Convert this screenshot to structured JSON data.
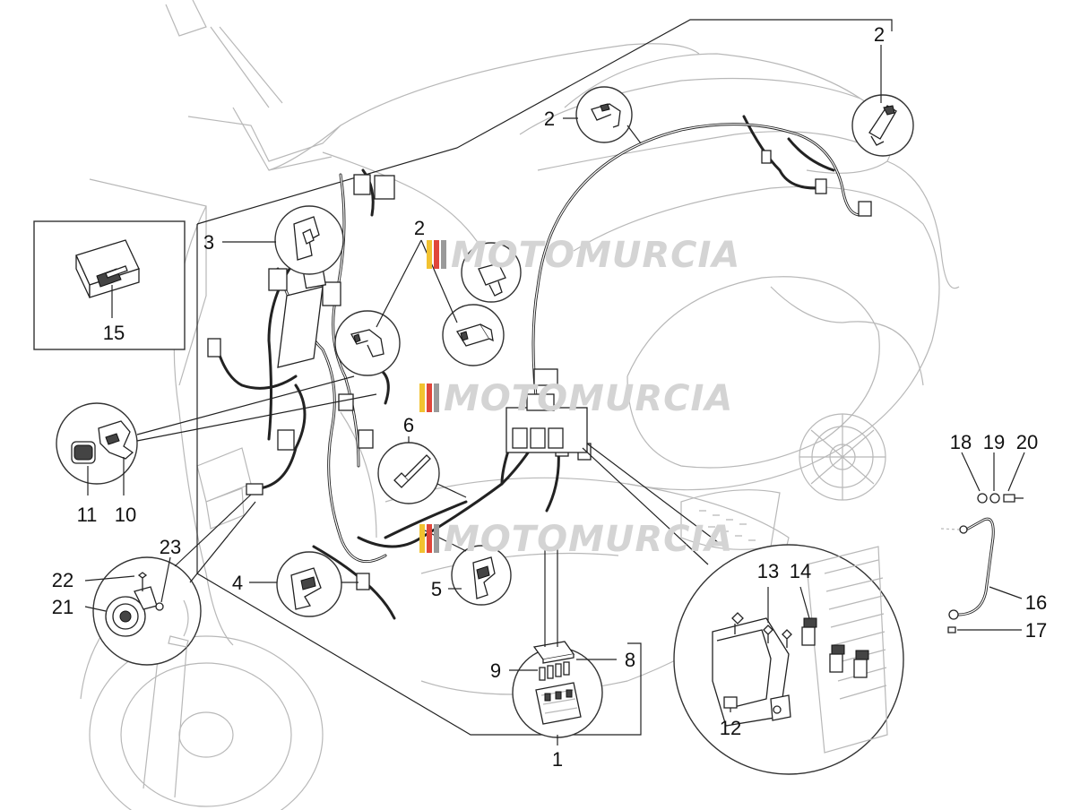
{
  "watermark": {
    "text": "MOTOMURCIA",
    "colors": [
      "#f2c230",
      "#e0463a",
      "#9a9a9a"
    ]
  },
  "labels": {
    "p1": "1",
    "p2a": "2",
    "p2b": "2",
    "p2c": "2",
    "p2d": "2",
    "p3": "3",
    "p4": "4",
    "p5": "5",
    "p6": "6",
    "p8": "8",
    "p9": "9",
    "p10": "10",
    "p11": "11",
    "p12": "12",
    "p13": "13",
    "p14": "14",
    "p15": "15",
    "p16": "16",
    "p17": "17",
    "p18": "18",
    "p19": "19",
    "p20": "20",
    "p21": "21",
    "p22": "22",
    "p23": "23"
  }
}
